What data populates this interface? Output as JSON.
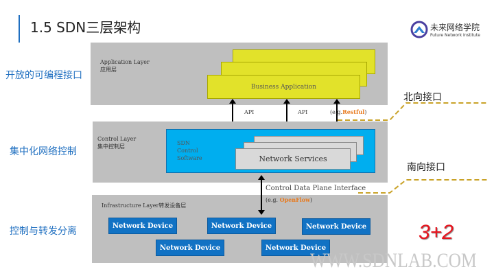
{
  "title": "1.5 SDN三层架构",
  "logo": {
    "cn": "未来网络学院",
    "en": "Future Network Institute"
  },
  "side_labels": [
    "开放的可编程接口",
    "集中化网络控制",
    "控制与转发分离"
  ],
  "interfaces": {
    "north": "北向接口",
    "south": "南向接口"
  },
  "app_layer": {
    "label_en": "Application Layer",
    "label_cn": "应用层",
    "box": "Business Application"
  },
  "api": {
    "label1": "API",
    "label2": "API",
    "eg_prefix": "(e.g.",
    "eg_value": "Restful",
    "eg_suffix": ")"
  },
  "control_layer": {
    "label_en": "Control Layer",
    "label_cn": "集中控制层",
    "software": [
      "SDN",
      "Control",
      "Software"
    ],
    "services": "Network Services"
  },
  "cdpi": {
    "label": "Control Data Plane Interface",
    "eg_prefix": "(e.g. ",
    "eg_value": "OpenFlow",
    "eg_suffix": ")"
  },
  "infra_layer": {
    "label": "Infrastructure Layer转发设备层",
    "devices": [
      "Network Device",
      "Network Device",
      "Network Device",
      "Network Device",
      "Network Device"
    ]
  },
  "badge": "3+2",
  "watermark": "WWW.SDNLAB.COM",
  "colors": {
    "accent": "#1f6fc0",
    "orange": "#e87a1e",
    "dash": "#c9a227",
    "red": "#e8141e"
  }
}
